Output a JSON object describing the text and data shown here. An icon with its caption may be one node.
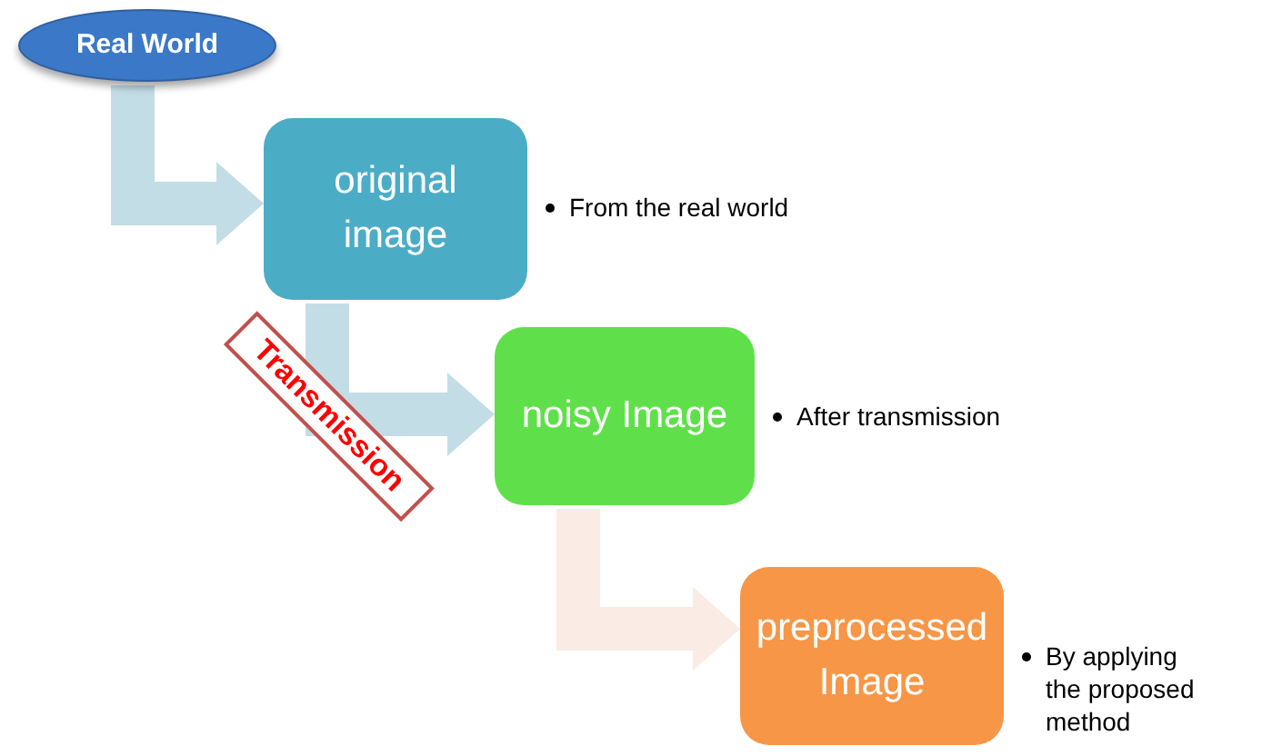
{
  "diagram": {
    "nodes": [
      {
        "text": [
          "Real World"
        ]
      },
      {
        "text": [
          "original image"
        ],
        "beside": [
          "From the real world"
        ]
      },
      {
        "text": [
          "noisy Image"
        ],
        "beside": [
          "After transmission"
        ]
      },
      {
        "text": [
          "preprocessed Image"
        ],
        "beside": [
          "By applying the proposed method"
        ]
      }
    ],
    "edges": [
      {
        "from": 0,
        "to": 1,
        "arrow": "to"
      },
      {
        "from": 1,
        "to": 2,
        "arrow": "to",
        "label": "Transmission"
      },
      {
        "from": 2,
        "to": 3,
        "arrow": "to",
        "color": "#fbebe5"
      }
    ]
  }
}
